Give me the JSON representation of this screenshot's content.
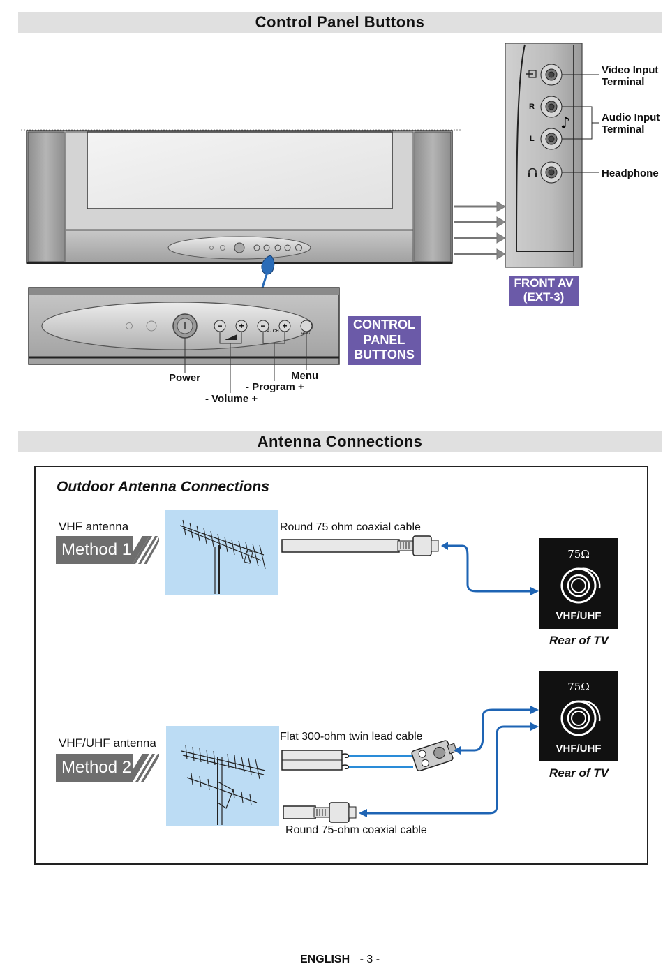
{
  "control_section": {
    "title": "Control Panel Buttons",
    "front_av": {
      "labels": {
        "video": "Video Input\nTerminal",
        "audio": "Audio Input\nTerminal",
        "headphone": "Headphone"
      },
      "jack_r": "R",
      "jack_l": "L",
      "tag": "FRONT AV\n(EXT-3)"
    },
    "panel_tag": "CONTROL\nPANEL\nBUTTONS",
    "panel_small": {
      "pch": "P / CH",
      "menu": "MENU"
    },
    "button_labels": {
      "power": "Power",
      "menu": "Menu",
      "program": "- Program +",
      "volume": "- Volume +"
    }
  },
  "antenna_section": {
    "title": "Antenna Connections",
    "box_title": "Outdoor Antenna Connections",
    "method1": {
      "antenna": "VHF antenna",
      "label": "Method 1",
      "cable": "Round 75 ohm coaxial cable"
    },
    "method2": {
      "antenna": "VHF/UHF antenna",
      "label": "Method 2",
      "cable_flat": "Flat 300-ohm twin lead cable",
      "cable_round": "Round 75-ohm coaxial cable"
    },
    "port": {
      "ohm": "75Ω",
      "name": "VHF/UHF",
      "caption": "Rear of TV"
    }
  },
  "footer": {
    "language": "ENGLISH",
    "page": "- 3 -"
  },
  "colors": {
    "header_bg": "#e0e0e0",
    "tag_purple": "#6b5aa8",
    "cable_blue": "#1e64b4",
    "sky": "#bcdcf4"
  }
}
